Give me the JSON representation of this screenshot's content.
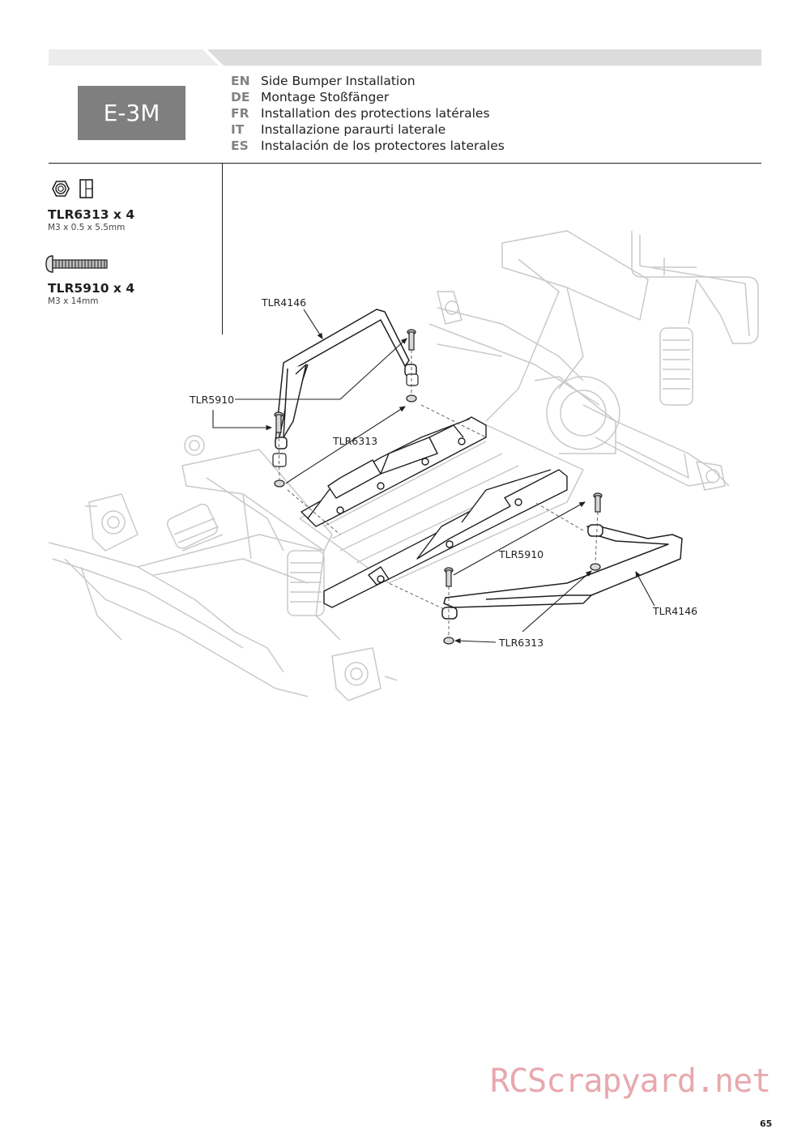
{
  "header": {
    "step_label": "E-3M",
    "titles": [
      {
        "code": "EN",
        "text": "Side Bumper Installation"
      },
      {
        "code": "DE",
        "text": "Montage Stoßfänger"
      },
      {
        "code": "FR",
        "text": "Installation des protections latérales"
      },
      {
        "code": "IT",
        "text": "Installazione paraurti laterale"
      },
      {
        "code": "ES",
        "text": "Instalación de los protectores laterales"
      }
    ]
  },
  "parts": [
    {
      "code": "TLR6313 x 4",
      "size": "M3 x 0.5 x 5.5mm",
      "icon": "locknut-icon"
    },
    {
      "code": "TLR5910 x 4",
      "size": "M3 x 14mm",
      "icon": "button-head-screw-icon"
    }
  ],
  "callouts": {
    "bumper_left": "TLR4146",
    "screw_left": "TLR5910",
    "nut_left": "TLR6313",
    "screw_right": "TLR5910",
    "bumper_right": "TLR4146",
    "nut_right": "TLR6313"
  },
  "watermark": "RCScrapyard.net",
  "page_number": "65",
  "colors": {
    "step_box": "#7f7f7f",
    "topbar_light": "#ececec",
    "topbar_dark": "#dcdcdc",
    "watermark": "#e8a8ae"
  }
}
